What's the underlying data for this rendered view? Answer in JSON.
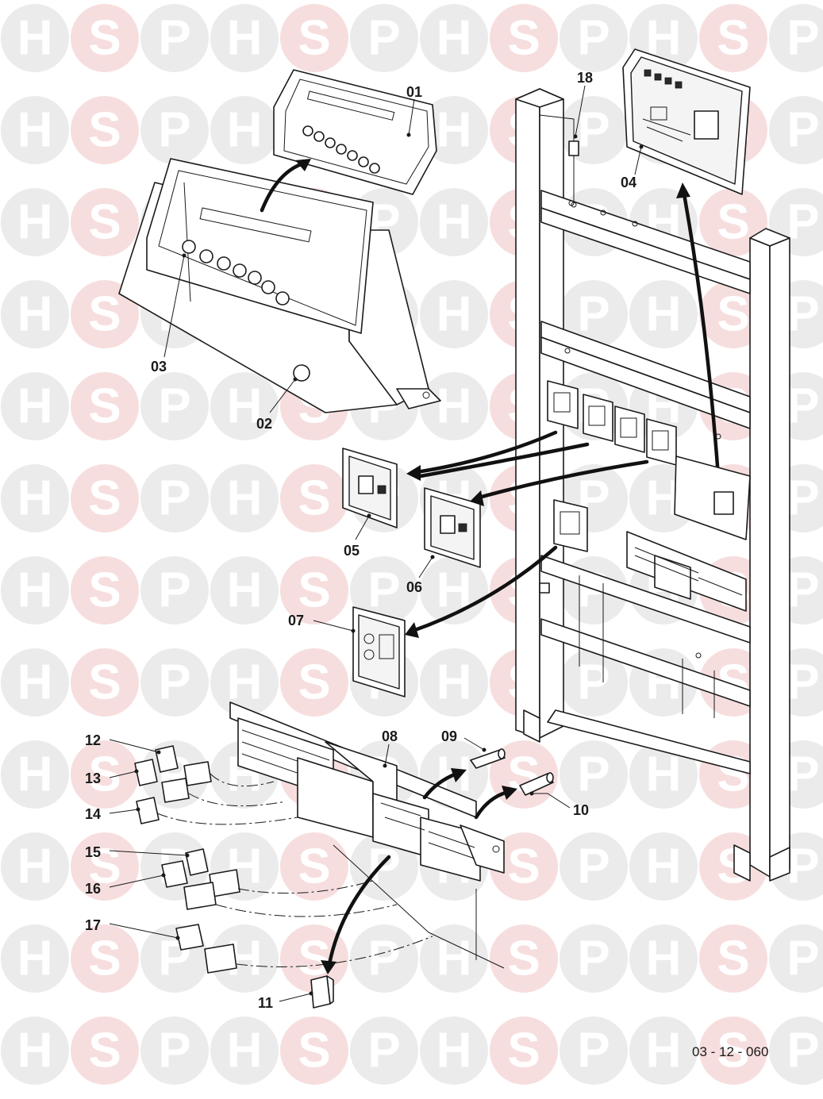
{
  "watermark": {
    "letters": [
      "H",
      "S",
      "P"
    ],
    "colors": {
      "h_circle": "#ebebeb",
      "s_circle": "#f7dede",
      "letter": "#ffffff"
    }
  },
  "callouts": {
    "01": "01",
    "02": "02",
    "03": "03",
    "04": "04",
    "05": "05",
    "06": "06",
    "07": "07",
    "08": "08",
    "09": "09",
    "10": "10",
    "11": "11",
    "12": "12",
    "13": "13",
    "14": "14",
    "15": "15",
    "16": "16",
    "17": "17",
    "18": "18"
  },
  "diagram_reference": "03 - 12 - 060"
}
